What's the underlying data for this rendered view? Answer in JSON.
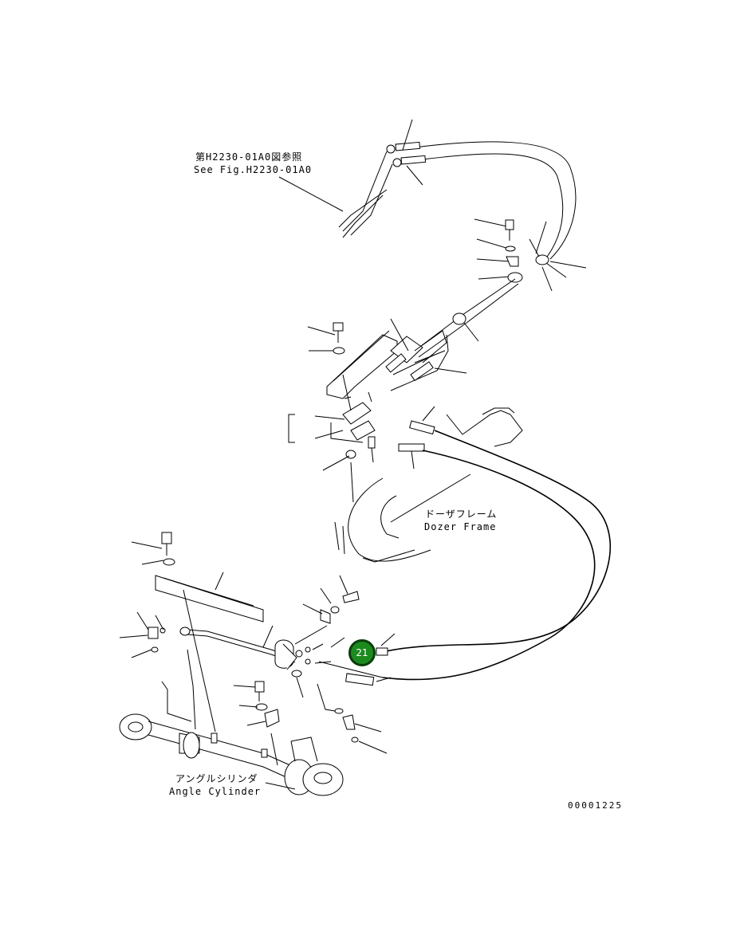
{
  "ref_note": {
    "line1": "第H2230-01A0図参照",
    "line2": "See Fig.H2230-01A0"
  },
  "dozer_frame": {
    "jp": "ドーザフレーム",
    "en": "Dozer Frame"
  },
  "angle_cylinder": {
    "jp": "アングルシリンダ",
    "en": "Angle Cylinder"
  },
  "callout": {
    "number": "21",
    "color": "#1d8a1f"
  },
  "drawing_number": "00001225"
}
